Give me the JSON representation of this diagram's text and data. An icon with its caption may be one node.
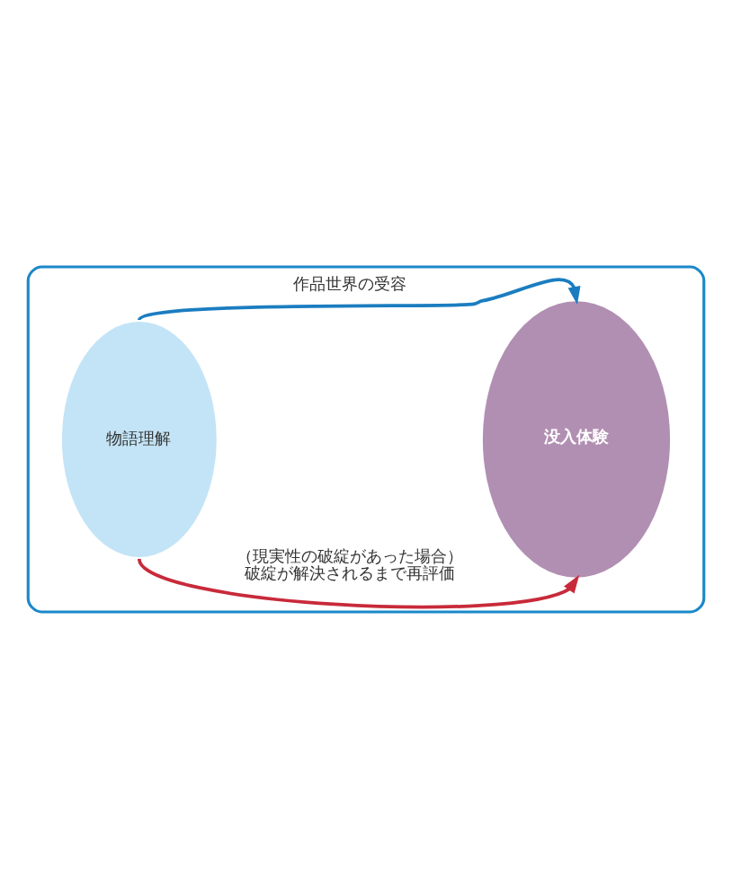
{
  "diagram": {
    "nodes": [
      {
        "text": [],
        "shape": "box"
      },
      {
        "text": [
          "物語理解"
        ],
        "in": 0
      },
      {
        "text": [
          "没入体験"
        ],
        "in": 0
      }
    ],
    "edges": [
      {
        "from": 1,
        "to": 2,
        "arrow": "to",
        "label": "作品世界の受容",
        "color": "#1b7dc0"
      },
      {
        "from": 1,
        "to": 2,
        "arrow": "to",
        "label": "（現実性の破綻があった場合）破綻が解決されるまで再評価",
        "color": "#c82a3a"
      }
    ]
  }
}
